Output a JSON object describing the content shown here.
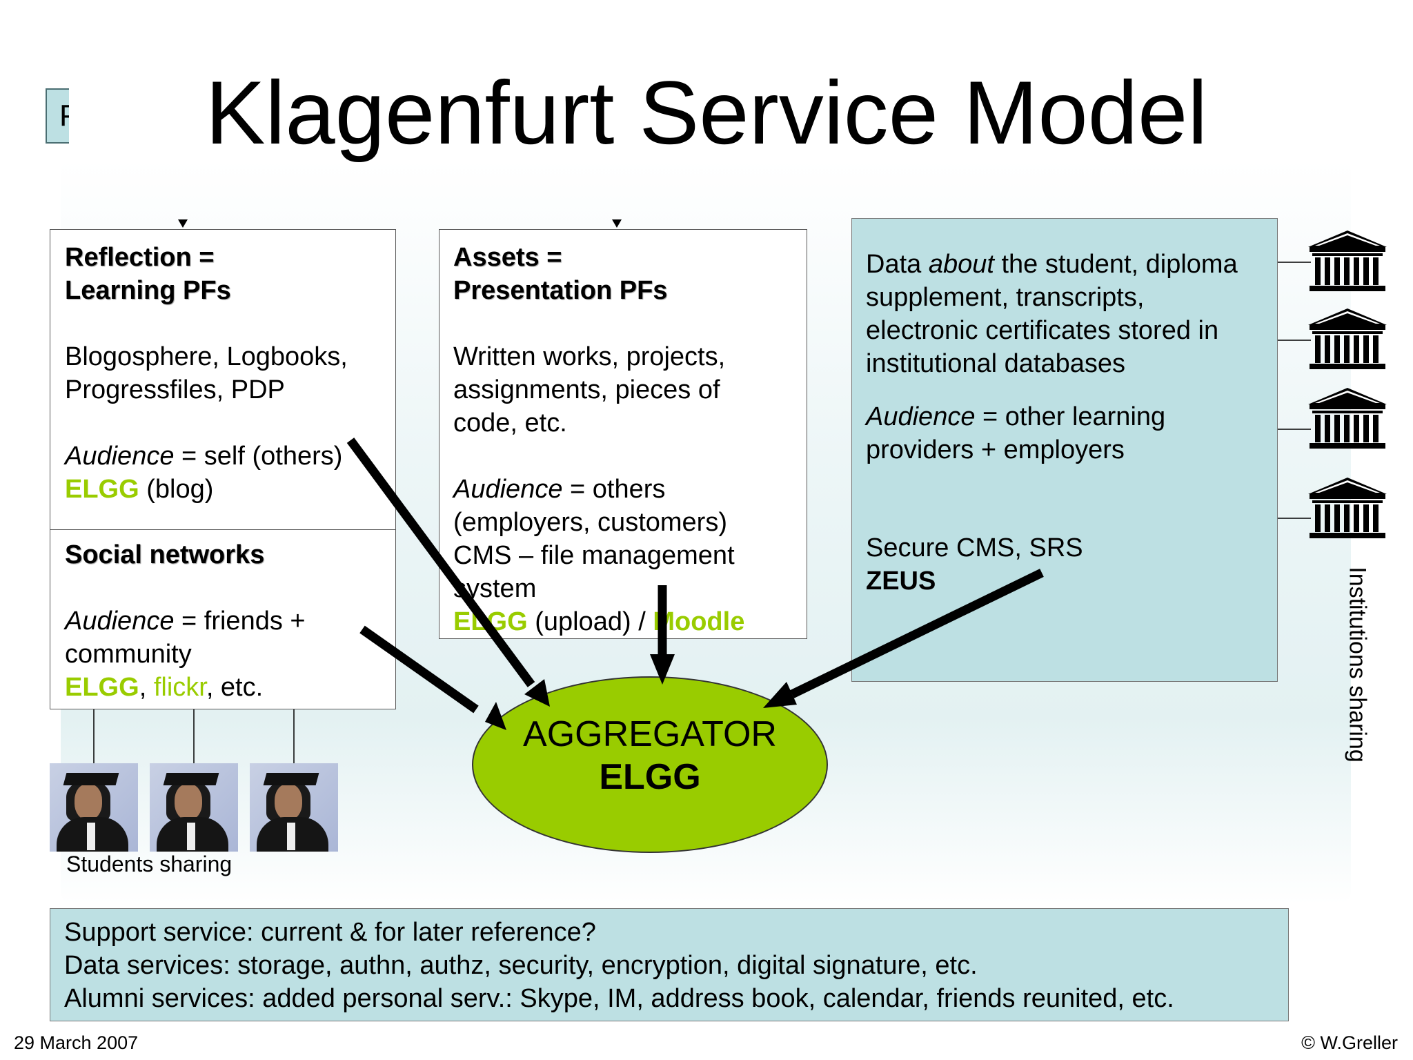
{
  "slide": {
    "tab_text": "P",
    "title": "Klagenfurt Service Model"
  },
  "reflection": {
    "heading_line1": "Reflection =",
    "heading_line2": "Learning PFs",
    "items_line1": "Blogosphere, Logbooks,",
    "items_line2": "Progressfiles, PDP",
    "audience_label": "Audience",
    "audience_value": " = self (others)",
    "tool": "ELGG",
    "tool_suffix": " (blog)"
  },
  "social": {
    "heading": "Social networks",
    "audience_label": "Audience",
    "audience_value": " = friends +",
    "audience_line2": "community",
    "tool1": "ELGG",
    "sep": ", ",
    "tool2": "flickr",
    "suffix": ", etc."
  },
  "assets": {
    "heading_line1": "Assets =",
    "heading_line2": "Presentation PFs",
    "items_line1": "Written works, projects,",
    "items_line2": "assignments, pieces of",
    "items_line3": "code, etc.",
    "audience_label": "Audience",
    "audience_value": " = others",
    "audience_line2": "(employers, customers)",
    "cms_line1": "CMS – file management",
    "cms_line2": "system",
    "tool1": "ELGG",
    "mid": " (upload) / ",
    "tool2": "Moodle"
  },
  "institutional": {
    "line1_pre": "Data ",
    "line1_em": "about",
    "line1_post": " the student, diploma",
    "line2": "supplement, transcripts,",
    "line3": "electronic certificates stored in",
    "line4": "institutional databases",
    "audience_label": "Audience",
    "audience_value": " = other learning",
    "audience_line2": "providers + employers",
    "secure": "Secure CMS, SRS",
    "system": "ZEUS"
  },
  "aggregator": {
    "line1": "AGGREGATOR",
    "line2": "ELGG"
  },
  "captions": {
    "students": "Students sharing",
    "institutions": "Institutions sharing"
  },
  "support": {
    "line1": "Support service: current & for later reference?",
    "line2": "Data services: storage, authn, authz, security, encryption, digital signature, etc.",
    "line3": "Alumni services: added personal serv.: Skype, IM, address book, calendar, friends reunited, etc."
  },
  "footer": {
    "date": "29 March 2007",
    "copyright": "© W.Greller"
  },
  "colors": {
    "elgg_green": "#99cc00",
    "teal_fill": "#bde0e3"
  },
  "icons": {
    "institution": "institution-building-icon",
    "student": "student-graduate-photo"
  }
}
